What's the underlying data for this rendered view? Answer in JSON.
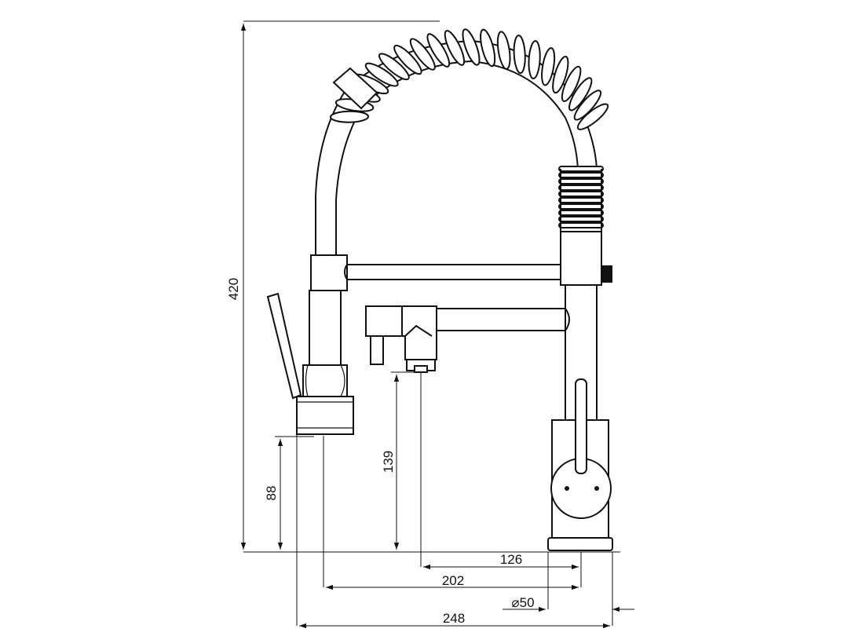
{
  "drawing": {
    "dimensions": {
      "total_height": "420",
      "spout_height": "88",
      "sprayer_height": "139",
      "reach_126": "126",
      "reach_202": "202",
      "base_diameter": "⌀50",
      "total_width": "248"
    }
  }
}
